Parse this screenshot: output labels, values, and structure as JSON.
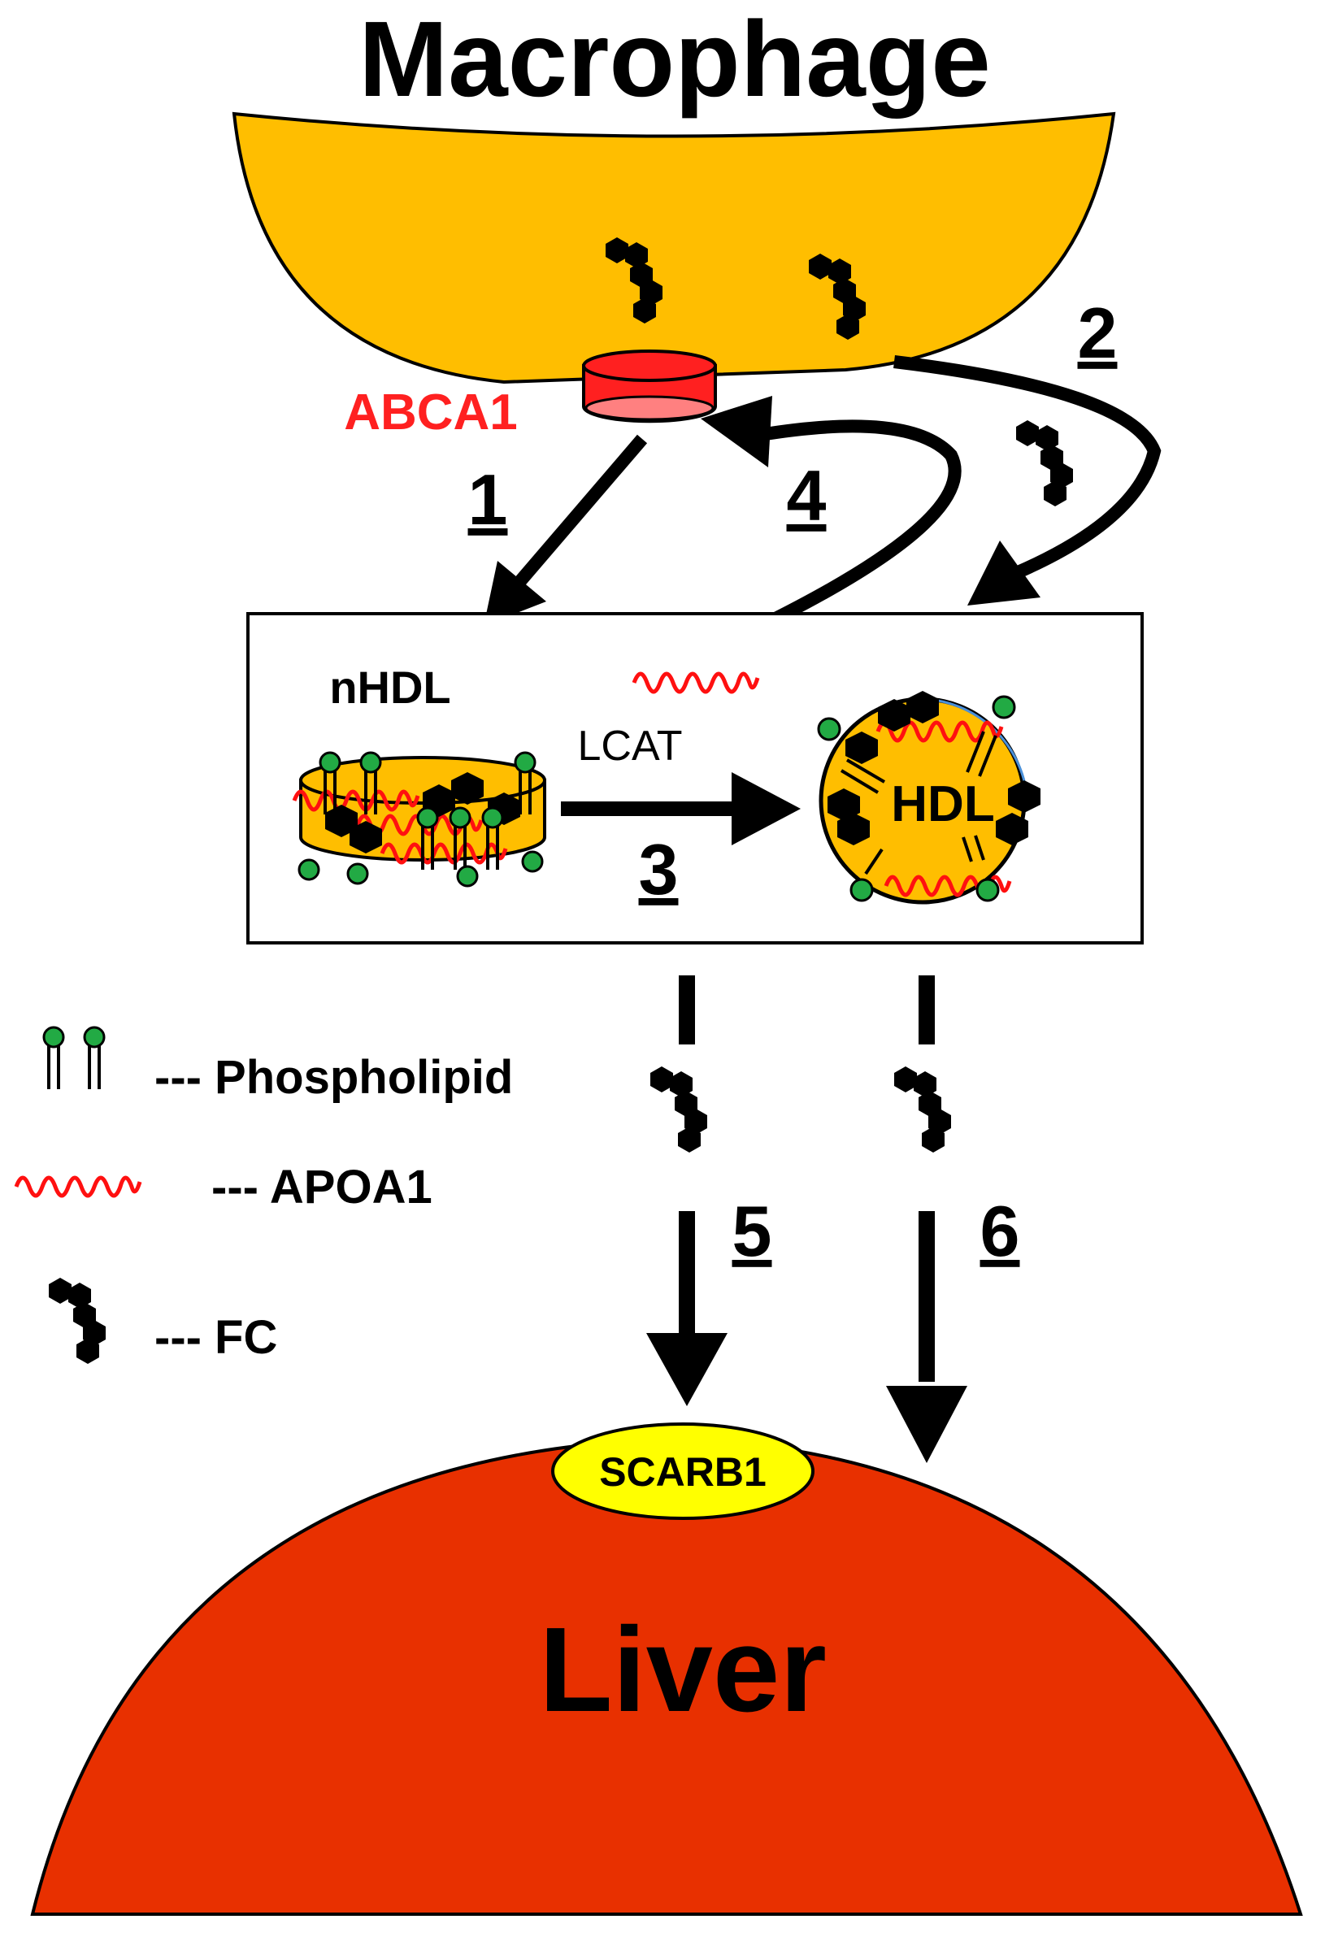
{
  "labels": {
    "macrophage": "Macrophage",
    "liver": "Liver",
    "abca1": "ABCA1",
    "nhdl": "nHDL",
    "hdl": "HDL",
    "lcat": "LCAT",
    "scarb1": "SCARB1"
  },
  "steps": [
    "1",
    "2",
    "3",
    "4",
    "5",
    "6"
  ],
  "legend": {
    "phospholipid": "--- Phospholipid",
    "apoa1": "--- APOA1",
    "fc": "--- FC"
  },
  "colors": {
    "macrophage_fill": "#FFBE00",
    "liver_fill": "#E83000",
    "abca1": "#FF2020",
    "scarb1_fill": "#FFFF00",
    "phospholipid_head": "#22AA44",
    "apoa1": "#FF1010"
  }
}
